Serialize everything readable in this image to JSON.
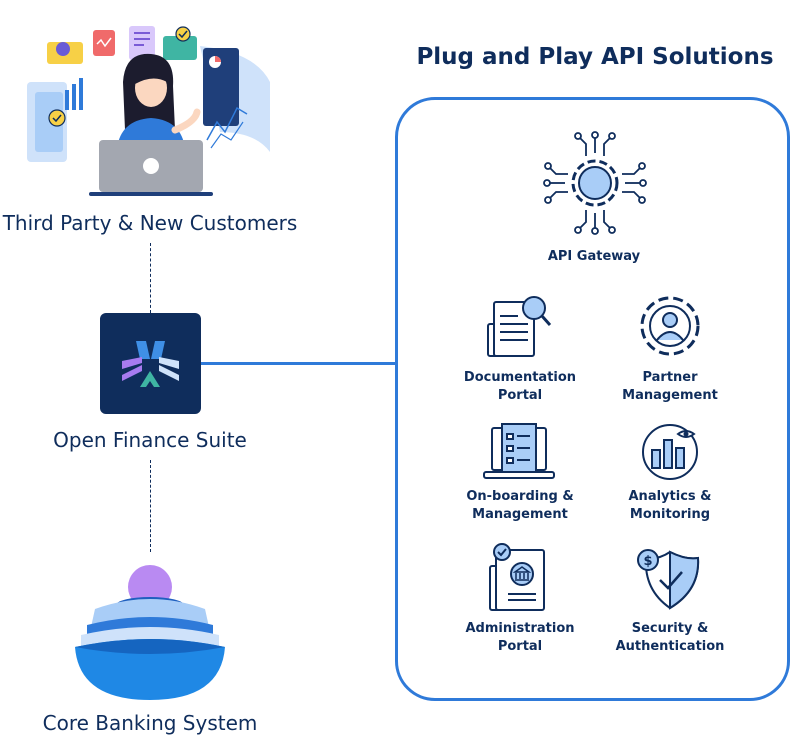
{
  "left": {
    "third_party_label": "Third Party & New Customers",
    "suite_label": "Open Finance Suite",
    "core_label": "Core Banking System"
  },
  "panel": {
    "title": "Plug and Play API Solutions",
    "gateway_label": "API Gateway",
    "items": [
      {
        "line1": "Documentation",
        "line2": "Portal"
      },
      {
        "line1": "Partner",
        "line2": "Management"
      },
      {
        "line1": "On-boarding &",
        "line2": "Management"
      },
      {
        "line1": "Analytics &",
        "line2": "Monitoring"
      },
      {
        "line1": "Administration",
        "line2": "Portal"
      },
      {
        "line1": "Security &",
        "line2": "Authentication"
      }
    ]
  },
  "colors": {
    "navy": "#0f2d5c",
    "accent_blue": "#2f7ad9",
    "light_blue": "#a9cdf7",
    "purple": "#a77bf0",
    "green": "#3fb5a3"
  }
}
